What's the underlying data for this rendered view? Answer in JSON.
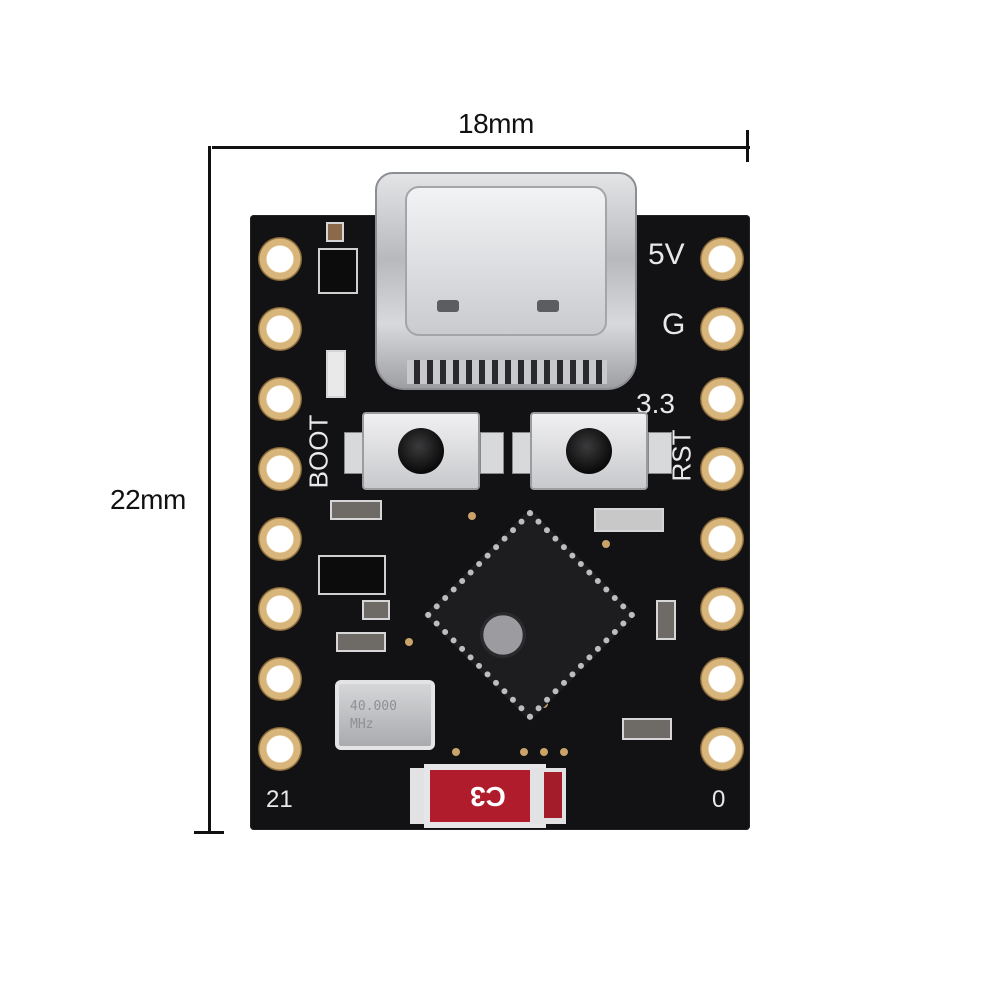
{
  "dimensions": {
    "width_label": "18mm",
    "height_label": "22mm"
  },
  "silkscreen": {
    "pin_5v": "5V",
    "pin_g": "G",
    "pin_3v3": "3.3",
    "boot": "BOOT",
    "rst": "RST",
    "pin_21": "21",
    "pin_0": "0"
  },
  "crystal": {
    "line1": "40.000",
    "line2": "MHz"
  },
  "antenna": {
    "label": "C3"
  },
  "colors": {
    "board": "#121214",
    "pad_gold": "#d8b57a",
    "antenna_red": "#b01c2c"
  }
}
